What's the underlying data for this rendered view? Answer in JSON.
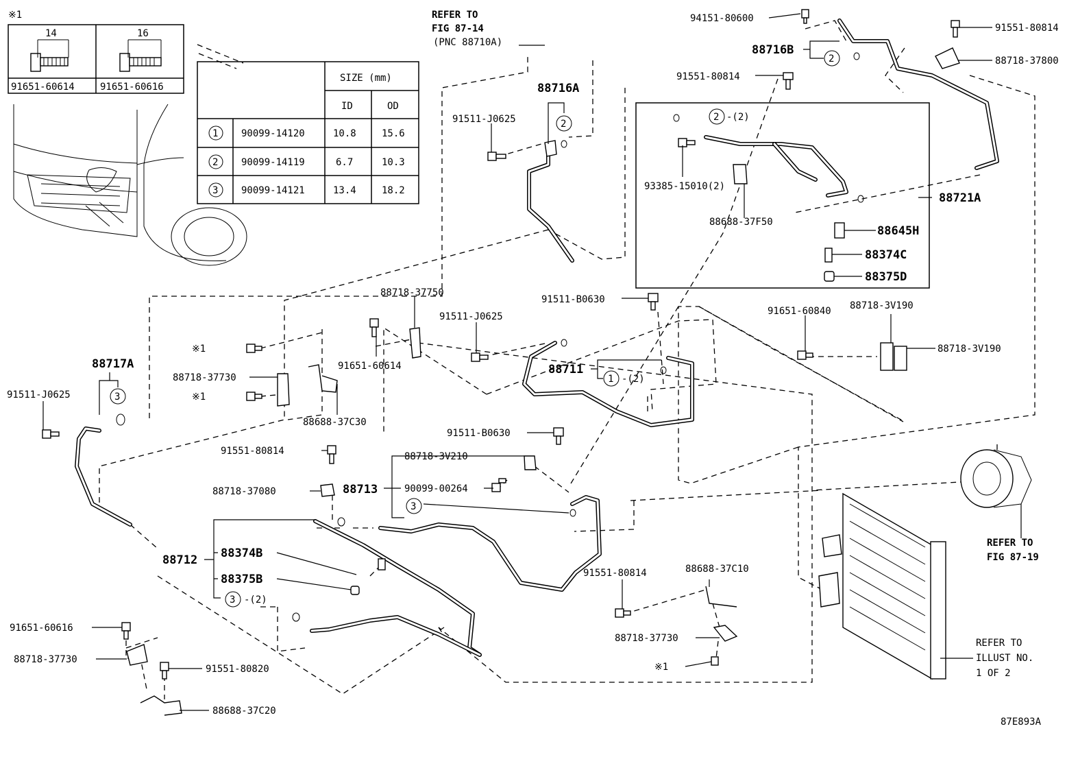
{
  "footnote_mark": "※1",
  "fastener_table": {
    "col1_dim": "14",
    "col2_dim": "16",
    "col1_part": "91651-60614",
    "col2_part": "91651-60616"
  },
  "size_table": {
    "header": "SIZE (mm)",
    "id_label": "ID",
    "od_label": "OD",
    "rows": [
      {
        "ref": "1",
        "part": "90099-14120",
        "id": "10.8",
        "od": "15.6"
      },
      {
        "ref": "2",
        "part": "90099-14119",
        "id": "6.7",
        "od": "10.3"
      },
      {
        "ref": "3",
        "part": "90099-14121",
        "id": "13.4",
        "od": "18.2"
      }
    ]
  },
  "references": {
    "fig_87_14_line1": "REFER TO",
    "fig_87_14_line2": "FIG 87-14",
    "fig_87_14_line3": "(PNC 88710A)",
    "fig_87_19_line1": "REFER TO",
    "fig_87_19_line2": "FIG 87-19",
    "illust_line1": "REFER TO",
    "illust_line2": "ILLUST NO.",
    "illust_line3": "1 OF 2"
  },
  "diagram_id": "87E893A",
  "callout_qty": "-(2)",
  "ring_refs": {
    "one": "1",
    "two": "2",
    "three": "3"
  },
  "assemblies": {
    "a88716A": "88716A",
    "a88716B": "88716B",
    "a88721A": "88721A",
    "a88717A": "88717A",
    "a88711": "88711",
    "a88713": "88713",
    "a88712": "88712",
    "a88645H": "88645H",
    "a88374C": "88374C",
    "a88375D": "88375D",
    "a88374B": "88374B",
    "a88375B": "88375B"
  },
  "parts": {
    "p94151_80600": "94151-80600",
    "p91551_80814_tr": "91551-80814",
    "p88718_37800": "88718-37800",
    "p91551_80814_mid": "91551-80814",
    "p91511_J0625_top": "91511-J0625",
    "p93385_15010": "93385-15010(2)",
    "p88688_37F50": "88688-37F50",
    "p88718_37750": "88718-37750",
    "p91511_J0625_mid": "91511-J0625",
    "p91511_B0630_top": "91511-B0630",
    "p91651_60840": "91651-60840",
    "p88718_3V190_a": "88718-3V190",
    "p88718_3V190_b": "88718-3V190",
    "p91651_60614": "91651-60614",
    "p88718_37730_a": "88718-37730",
    "p88688_37C30": "88688-37C30",
    "p91511_J0625_left": "91511-J0625",
    "p91511_B0630_mid": "91511-B0630",
    "p88718_3V210": "88718-3V210",
    "p91551_80814_l": "91551-80814",
    "p88718_37080": "88718-37080",
    "p90099_00264": "90099-00264",
    "p91551_80814_b": "91551-80814",
    "p88688_37C10": "88688-37C10",
    "p88718_37730_b": "88718-37730",
    "p91651_60616": "91651-60616",
    "p88718_37730_c": "88718-37730",
    "p91551_80820": "91551-80820",
    "p88688_37C20": "88688-37C20"
  }
}
